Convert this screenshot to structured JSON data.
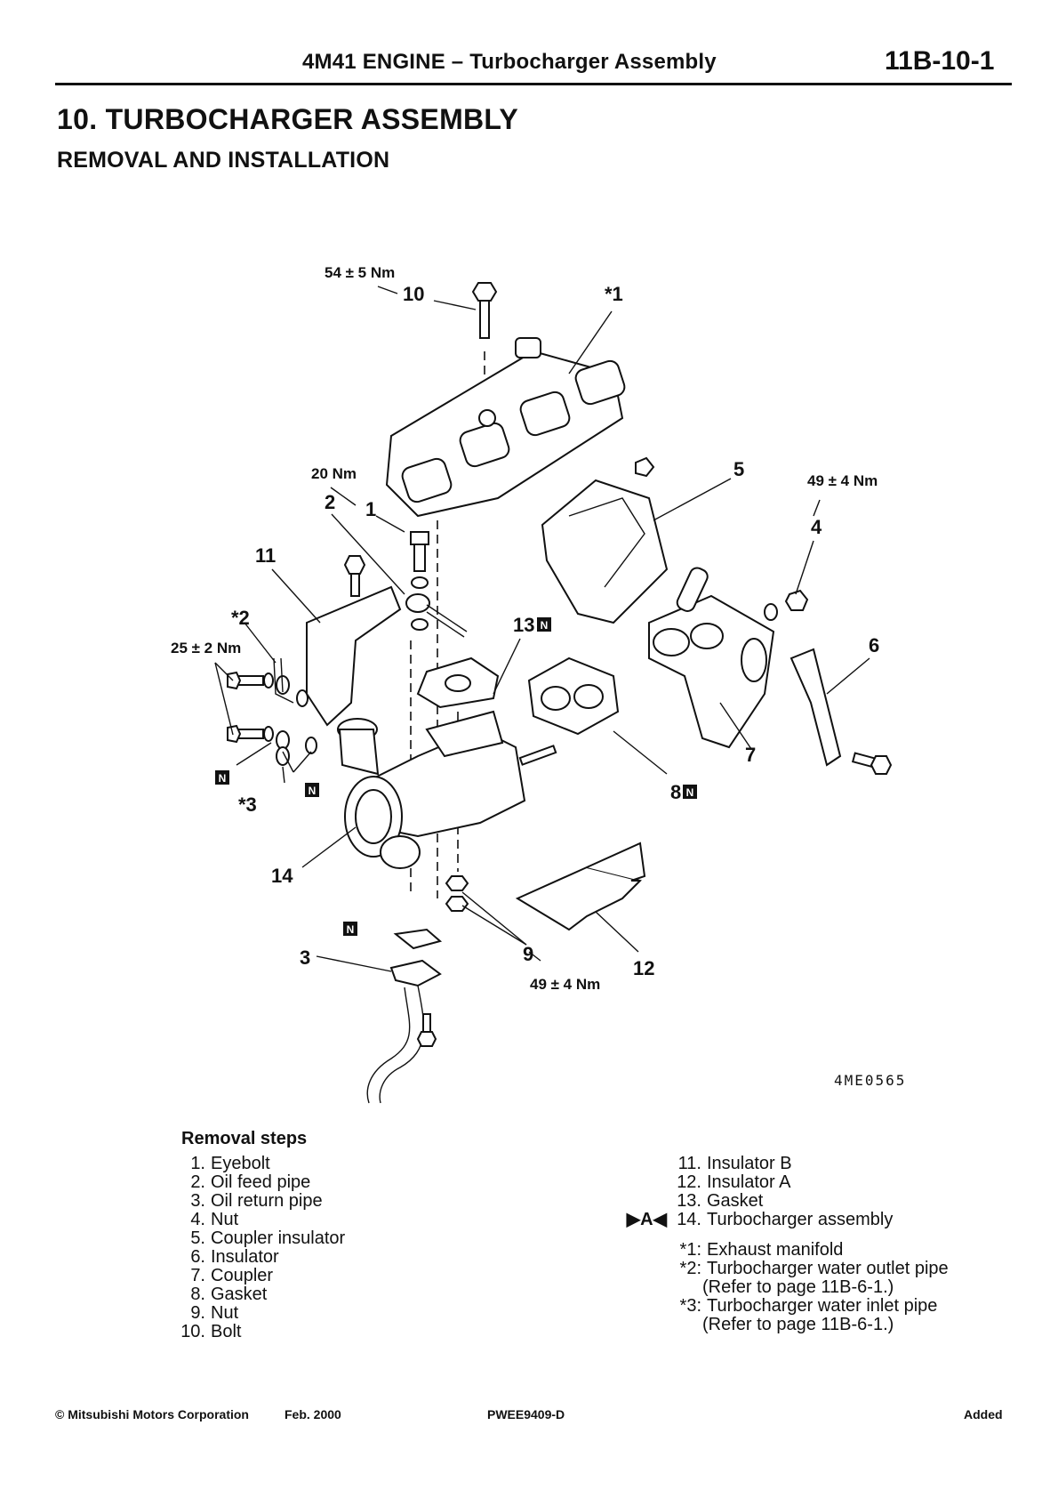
{
  "header": {
    "title": "4M41 ENGINE – Turbocharger Assembly",
    "page_number": "11B-10-1"
  },
  "section": {
    "title": "10. TURBOCHARGER ASSEMBLY",
    "subtitle": "REMOVAL AND INSTALLATION"
  },
  "diagram": {
    "labels": {
      "torque_10": "54 ± 5 Nm",
      "n10": "10",
      "s1": "*1",
      "torque_1": "20 Nm",
      "n2": "2",
      "n1": "1",
      "n11": "11",
      "s2": "*2",
      "torque_25": "25 ± 2 Nm",
      "n13": "13",
      "n5": "5",
      "torque_4": "49 ± 4 Nm",
      "n4": "4",
      "n6": "6",
      "n7": "7",
      "n8": "8",
      "s3": "*3",
      "n14": "14",
      "n9": "9",
      "torque_9": "49 ± 4 Nm",
      "n12": "12",
      "n3": "3",
      "new_part": "N"
    },
    "figure_code": "4ME0565"
  },
  "removal": {
    "title": "Removal steps",
    "steps": [
      {
        "num": "1.",
        "text": "Eyebolt"
      },
      {
        "num": "2.",
        "text": "Oil feed pipe"
      },
      {
        "num": "3.",
        "text": "Oil return pipe"
      },
      {
        "num": "4.",
        "text": "Nut"
      },
      {
        "num": "5.",
        "text": "Coupler insulator"
      },
      {
        "num": "6.",
        "text": "Insulator"
      },
      {
        "num": "7.",
        "text": "Coupler"
      },
      {
        "num": "8.",
        "text": "Gasket"
      },
      {
        "num": "9.",
        "text": "Nut"
      },
      {
        "num": "10.",
        "text": "Bolt"
      }
    ],
    "steps_right": [
      {
        "num": "11.",
        "text": "Insulator B"
      },
      {
        "num": "12.",
        "text": "Insulator A"
      },
      {
        "num": "13.",
        "text": "Gasket"
      },
      {
        "num": "14.",
        "text": "Turbocharger assembly",
        "mark": "▶A◀"
      }
    ],
    "notes": [
      {
        "num": "*1:",
        "text": "Exhaust manifold"
      },
      {
        "num": "*2:",
        "text": "Turbocharger water outlet pipe",
        "sub": "(Refer to page 11B-6-1.)"
      },
      {
        "num": "*3:",
        "text": "Turbocharger water inlet pipe",
        "sub": "(Refer to page 11B-6-1.)"
      }
    ]
  },
  "footer": {
    "copyright": "© Mitsubishi Motors Corporation",
    "date": "Feb. 2000",
    "code": "PWEE9409-D",
    "status": "Added"
  }
}
